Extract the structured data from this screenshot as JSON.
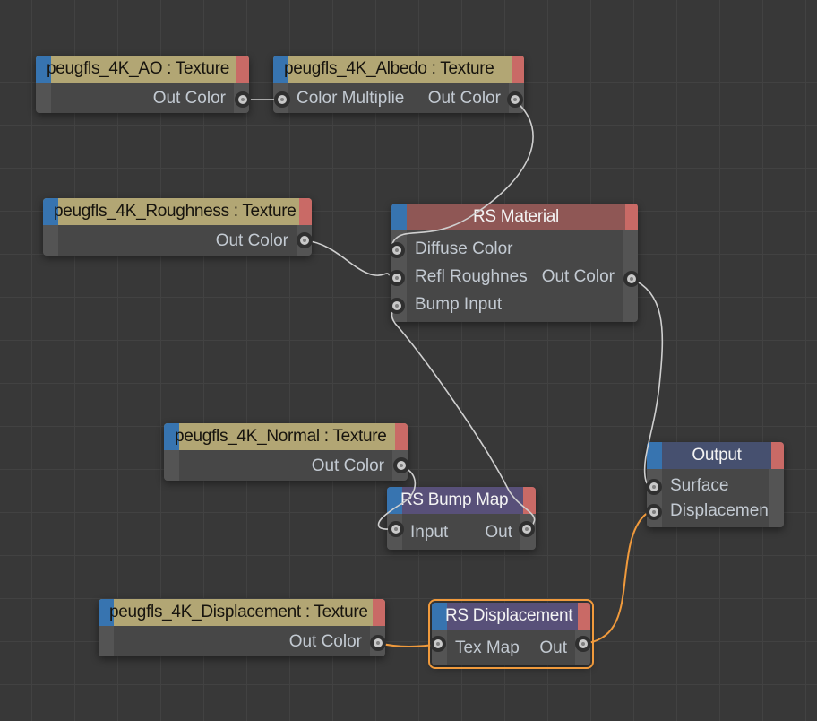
{
  "canvas": {
    "background_color": "#383838",
    "grid_line_color": "#424242",
    "wire_color": "#cfcfcf",
    "active_wire_color": "#f09a3c",
    "selection_color": "#f09a3c",
    "input_tab_color": "#3774b0",
    "output_tab_color": "#c96a66"
  },
  "nodes": {
    "ao": {
      "title": "peugfls_4K_AO : Texture",
      "header_color": "#b2a674",
      "rows": [
        {
          "right": "Out Color"
        }
      ]
    },
    "albedo": {
      "title": "peugfls_4K_Albedo : Texture",
      "header_color": "#b2a674",
      "rows": [
        {
          "left": "Color Multiplie",
          "right": "Out Color"
        }
      ]
    },
    "roughness": {
      "title": "peugfls_4K_Roughness : Texture",
      "header_color": "#b2a674",
      "rows": [
        {
          "right": "Out Color"
        }
      ]
    },
    "material": {
      "title": "RS Material",
      "header_color": "#8f5755",
      "rows": [
        {
          "left": "Diffuse Color"
        },
        {
          "left": "Refl Roughnes",
          "right": "Out Color"
        },
        {
          "left": "Bump Input"
        }
      ]
    },
    "normal": {
      "title": "peugfls_4K_Normal : Texture",
      "header_color": "#b2a674",
      "rows": [
        {
          "right": "Out Color"
        }
      ]
    },
    "bump_map": {
      "title": "RS Bump Map",
      "header_color": "#585079",
      "rows": [
        {
          "left": "Input",
          "right": "Out"
        }
      ]
    },
    "displacement_tex": {
      "title": "peugfls_4K_Displacement : Texture",
      "header_color": "#b2a674",
      "rows": [
        {
          "right": "Out Color"
        }
      ]
    },
    "rs_displacement": {
      "title": "RS Displacement",
      "header_color": "#585079",
      "selected": true,
      "rows": [
        {
          "left": "Tex Map",
          "right": "Out"
        }
      ]
    },
    "output": {
      "title": "Output",
      "header_color": "#46506f",
      "rows": [
        {
          "left": "Surface"
        },
        {
          "left": "Displacemen"
        }
      ]
    }
  }
}
